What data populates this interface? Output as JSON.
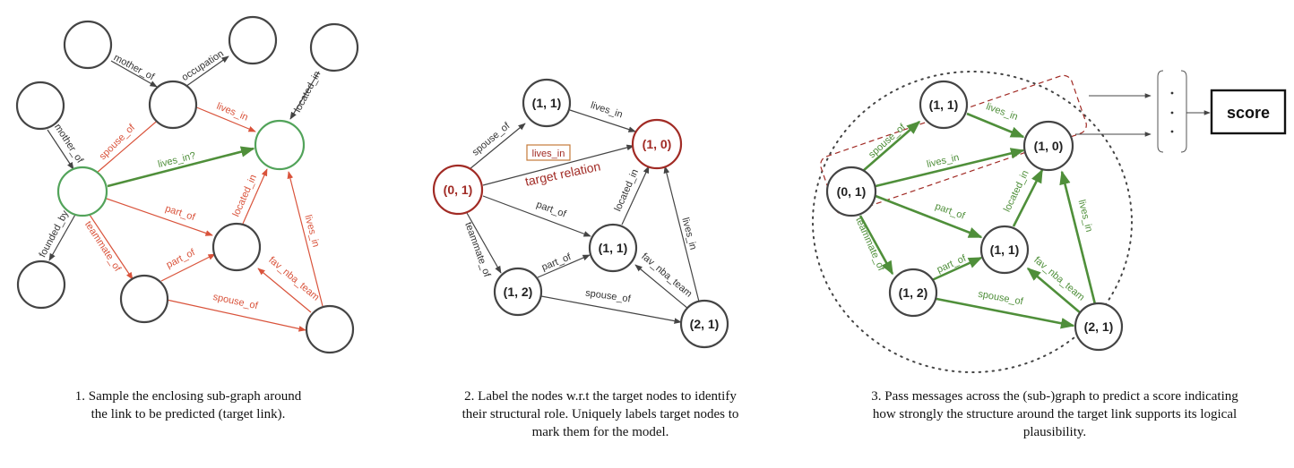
{
  "colors": {
    "gray": "#444444",
    "red": "#d9533b",
    "dark_red": "#a12b25",
    "green": "#4f8f3a",
    "green_node": "#52a35a"
  },
  "panel1": {
    "edges": {
      "mother_of_top": "mother_of",
      "occupation": "occupation",
      "located_in_top": "located_in",
      "mother_of_left": "mother_of",
      "spouse_of": "spouse_of",
      "lives_in_red": "lives_in",
      "lives_in_target": "lives_in?",
      "founded_by": "founded_by",
      "part_of_1": "part_of",
      "teammate_of": "teammate_of",
      "part_of_2": "part_of",
      "located_in_mid": "located_in",
      "lives_in_right": "lives_in",
      "fav_nba_team": "fav_nba_team",
      "spouse_of_bottom": "spouse_of"
    },
    "caption": [
      "1. Sample the enclosing sub-graph around",
      "the link to be predicted (target link)."
    ]
  },
  "panel2": {
    "nodes": {
      "n11_top": "(1, 1)",
      "n10": "(1, 0)",
      "n01": "(0, 1)",
      "n11_mid": "(1, 1)",
      "n12": "(1, 2)",
      "n21": "(2, 1)"
    },
    "edges": {
      "lives_in_top": "lives_in",
      "spouse_of": "spouse_of",
      "part_of_1": "part_of",
      "located_in": "located_in",
      "lives_in_right": "lives_in",
      "teammate_of": "teammate_of",
      "part_of_2": "part_of",
      "fav_nba_team": "fav_nba_team",
      "spouse_of_bottom": "spouse_of"
    },
    "target_box_label": "lives_in",
    "target_relation": "target relation",
    "caption": [
      "2. Label the nodes w.r.t the target nodes to identify",
      "their structural role. Uniquely labels target nodes to",
      "mark them for the model."
    ]
  },
  "panel3": {
    "nodes": {
      "n11_top": "(1, 1)",
      "n10": "(1, 0)",
      "n01": "(0, 1)",
      "n11_mid": "(1, 1)",
      "n12": "(1, 2)",
      "n21": "(2, 1)"
    },
    "edges": {
      "lives_in_top": "lives_in",
      "spouse_of": "spouse_of",
      "lives_in_mid": "lives_in",
      "part_of_1": "part_of",
      "located_in": "located_in",
      "lives_in_right": "lives_in",
      "teammate_of": "teammate_of",
      "part_of_2": "part_of",
      "fav_nba_team": "fav_nba_team",
      "spouse_of_bottom": "spouse_of"
    },
    "score_label": "score",
    "caption": [
      "3. Pass messages across the (sub-)graph to predict a score indicating",
      "how strongly the structure around the target link supports its logical",
      "plausibility."
    ]
  }
}
